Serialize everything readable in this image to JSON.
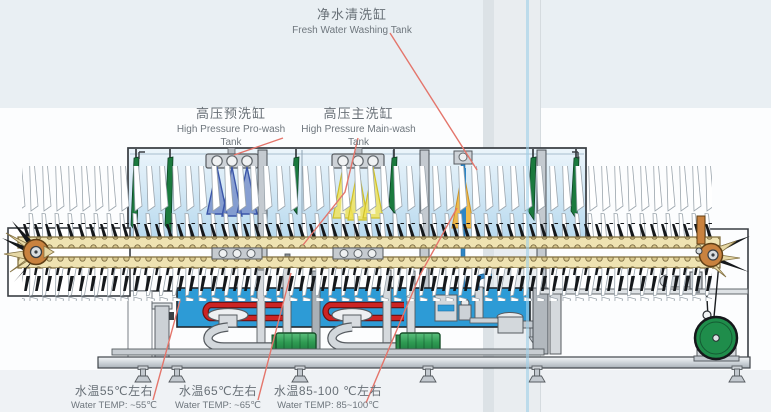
{
  "diagram": {
    "title_labels": {
      "fresh": {
        "zh": "净水清洗缸",
        "en": "Fresh Water Washing Tank"
      },
      "prewash": {
        "zh": "高压预洗缸",
        "en": "High Pressure Pro-wash Tank"
      },
      "mainwash": {
        "zh": "高压主洗缸",
        "en": "High Pressure Main-wash Tank"
      }
    },
    "temperature_labels": {
      "t1": {
        "zh": "水温55℃左右",
        "en": "Water TEMP: ~55℃"
      },
      "t2": {
        "zh": "水温65℃左右",
        "en": "Water TEMP: ~65℃"
      },
      "t3": {
        "zh": "水温85-100 ℃左右",
        "en": "Water TEMP: 85~100℃"
      }
    },
    "colors": {
      "tank_water_blue": "#2d9bd6",
      "hot_pipe_red": "#cc2424",
      "motor_green": "#2e9a52",
      "pulley_green": "#1f8d4b",
      "chain_tan": "#efe3b2",
      "sprocket_orange": "#c9823f",
      "spray_blue": "#3a55a8",
      "spray_yellow": "#f0e24a",
      "flap_green": "#1b7a3e",
      "leader_line_red": "#e4756b",
      "background_band": "#e9eff3"
    }
  }
}
